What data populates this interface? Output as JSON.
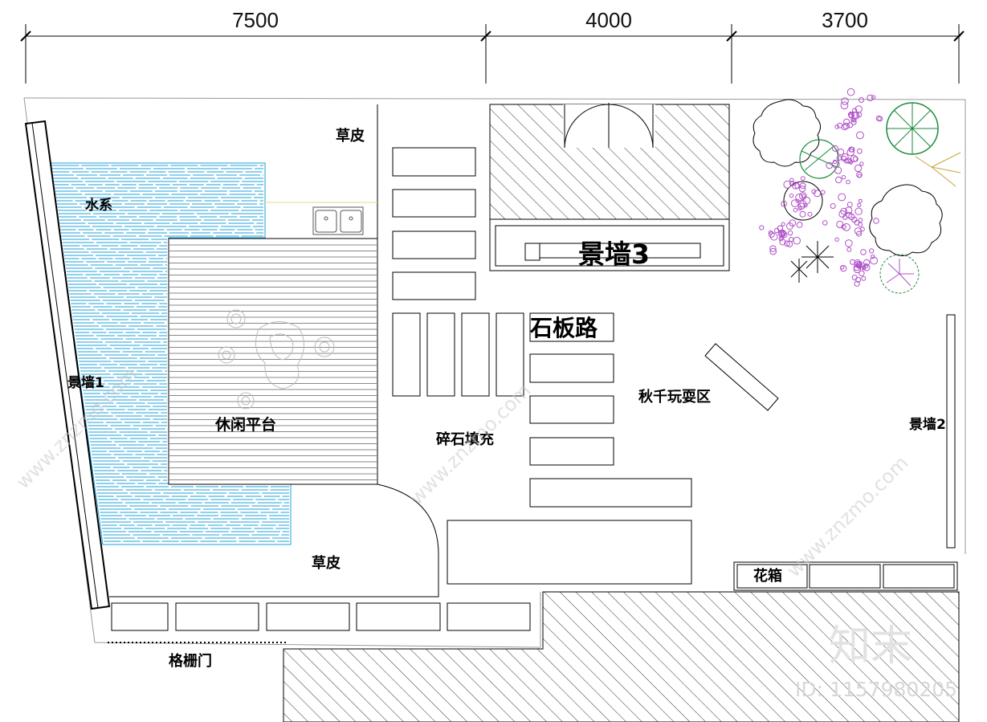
{
  "dimensions": [
    "7500",
    "4000",
    "3700"
  ],
  "labels": {
    "water_system": "水系",
    "lawn_top": "草皮",
    "lawn_bottom": "草皮",
    "scenery_wall_1": "景墙1",
    "scenery_wall_2": "景墙2",
    "scenery_wall_3": "景墙3",
    "stone_path": "石板路",
    "leisure_platform": "休闲平台",
    "gravel_fill": "碎石填充",
    "swing_play_area": "秋千玩耍区",
    "flower_box": "花箱",
    "lattice_gate": "格栅门"
  },
  "watermark": {
    "logo": "知末",
    "id_text": "ID: 1157980205",
    "diagonal": "www.znzmo.com"
  },
  "colors": {
    "line": "#000000",
    "water": "#1fa0d8",
    "hatch": "#333333",
    "plant_purple": "#b050c8",
    "plant_green": "#1a8a3a",
    "deck": "#888888"
  }
}
